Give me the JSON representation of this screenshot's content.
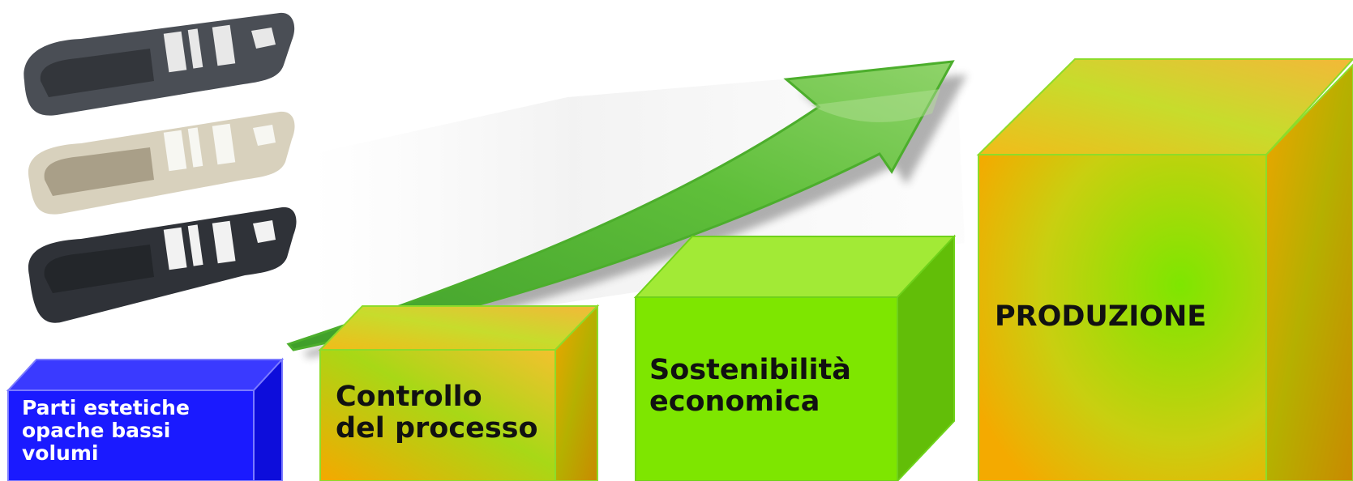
{
  "boxes": {
    "blue": {
      "label": "Parti estetiche\nopache bassi\nvolumi",
      "color": "#1a1aff"
    },
    "controllo": {
      "label": "Controllo\ndel processo"
    },
    "sostenibilita": {
      "label": "Sostenibilità\neconomica",
      "color": "#7ee600"
    },
    "produzione": {
      "label": "PRODUZIONE"
    }
  },
  "arrow": {
    "color": "#5fbf3a"
  },
  "product_image": {
    "parts": [
      "dark-grey-door-panel",
      "beige-door-panel",
      "black-door-panel"
    ]
  }
}
